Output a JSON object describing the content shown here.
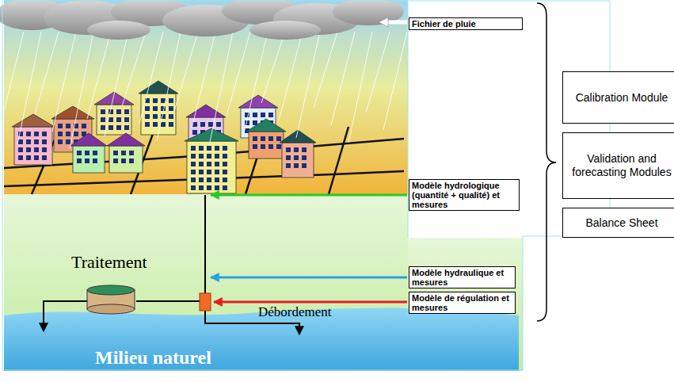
{
  "diagram": {
    "nodes": [
      {
        "text": [
          "Fichier de pluie"
        ]
      },
      {
        "text": [
          "Modèle hydrologique (quantité + qualité) et mesures"
        ]
      },
      {
        "text": [
          "Modèle hydraulique et mesures"
        ]
      },
      {
        "text": [
          "Modèle de régulation et mesures"
        ]
      },
      {
        "text": [
          "Calibration Module"
        ]
      },
      {
        "text": [
          "Validation and forecasting Modules"
        ]
      },
      {
        "text": [
          "Balance Sheet"
        ]
      }
    ],
    "labels": [
      "Traitement",
      "Débordement",
      "Milieu naturel"
    ]
  }
}
